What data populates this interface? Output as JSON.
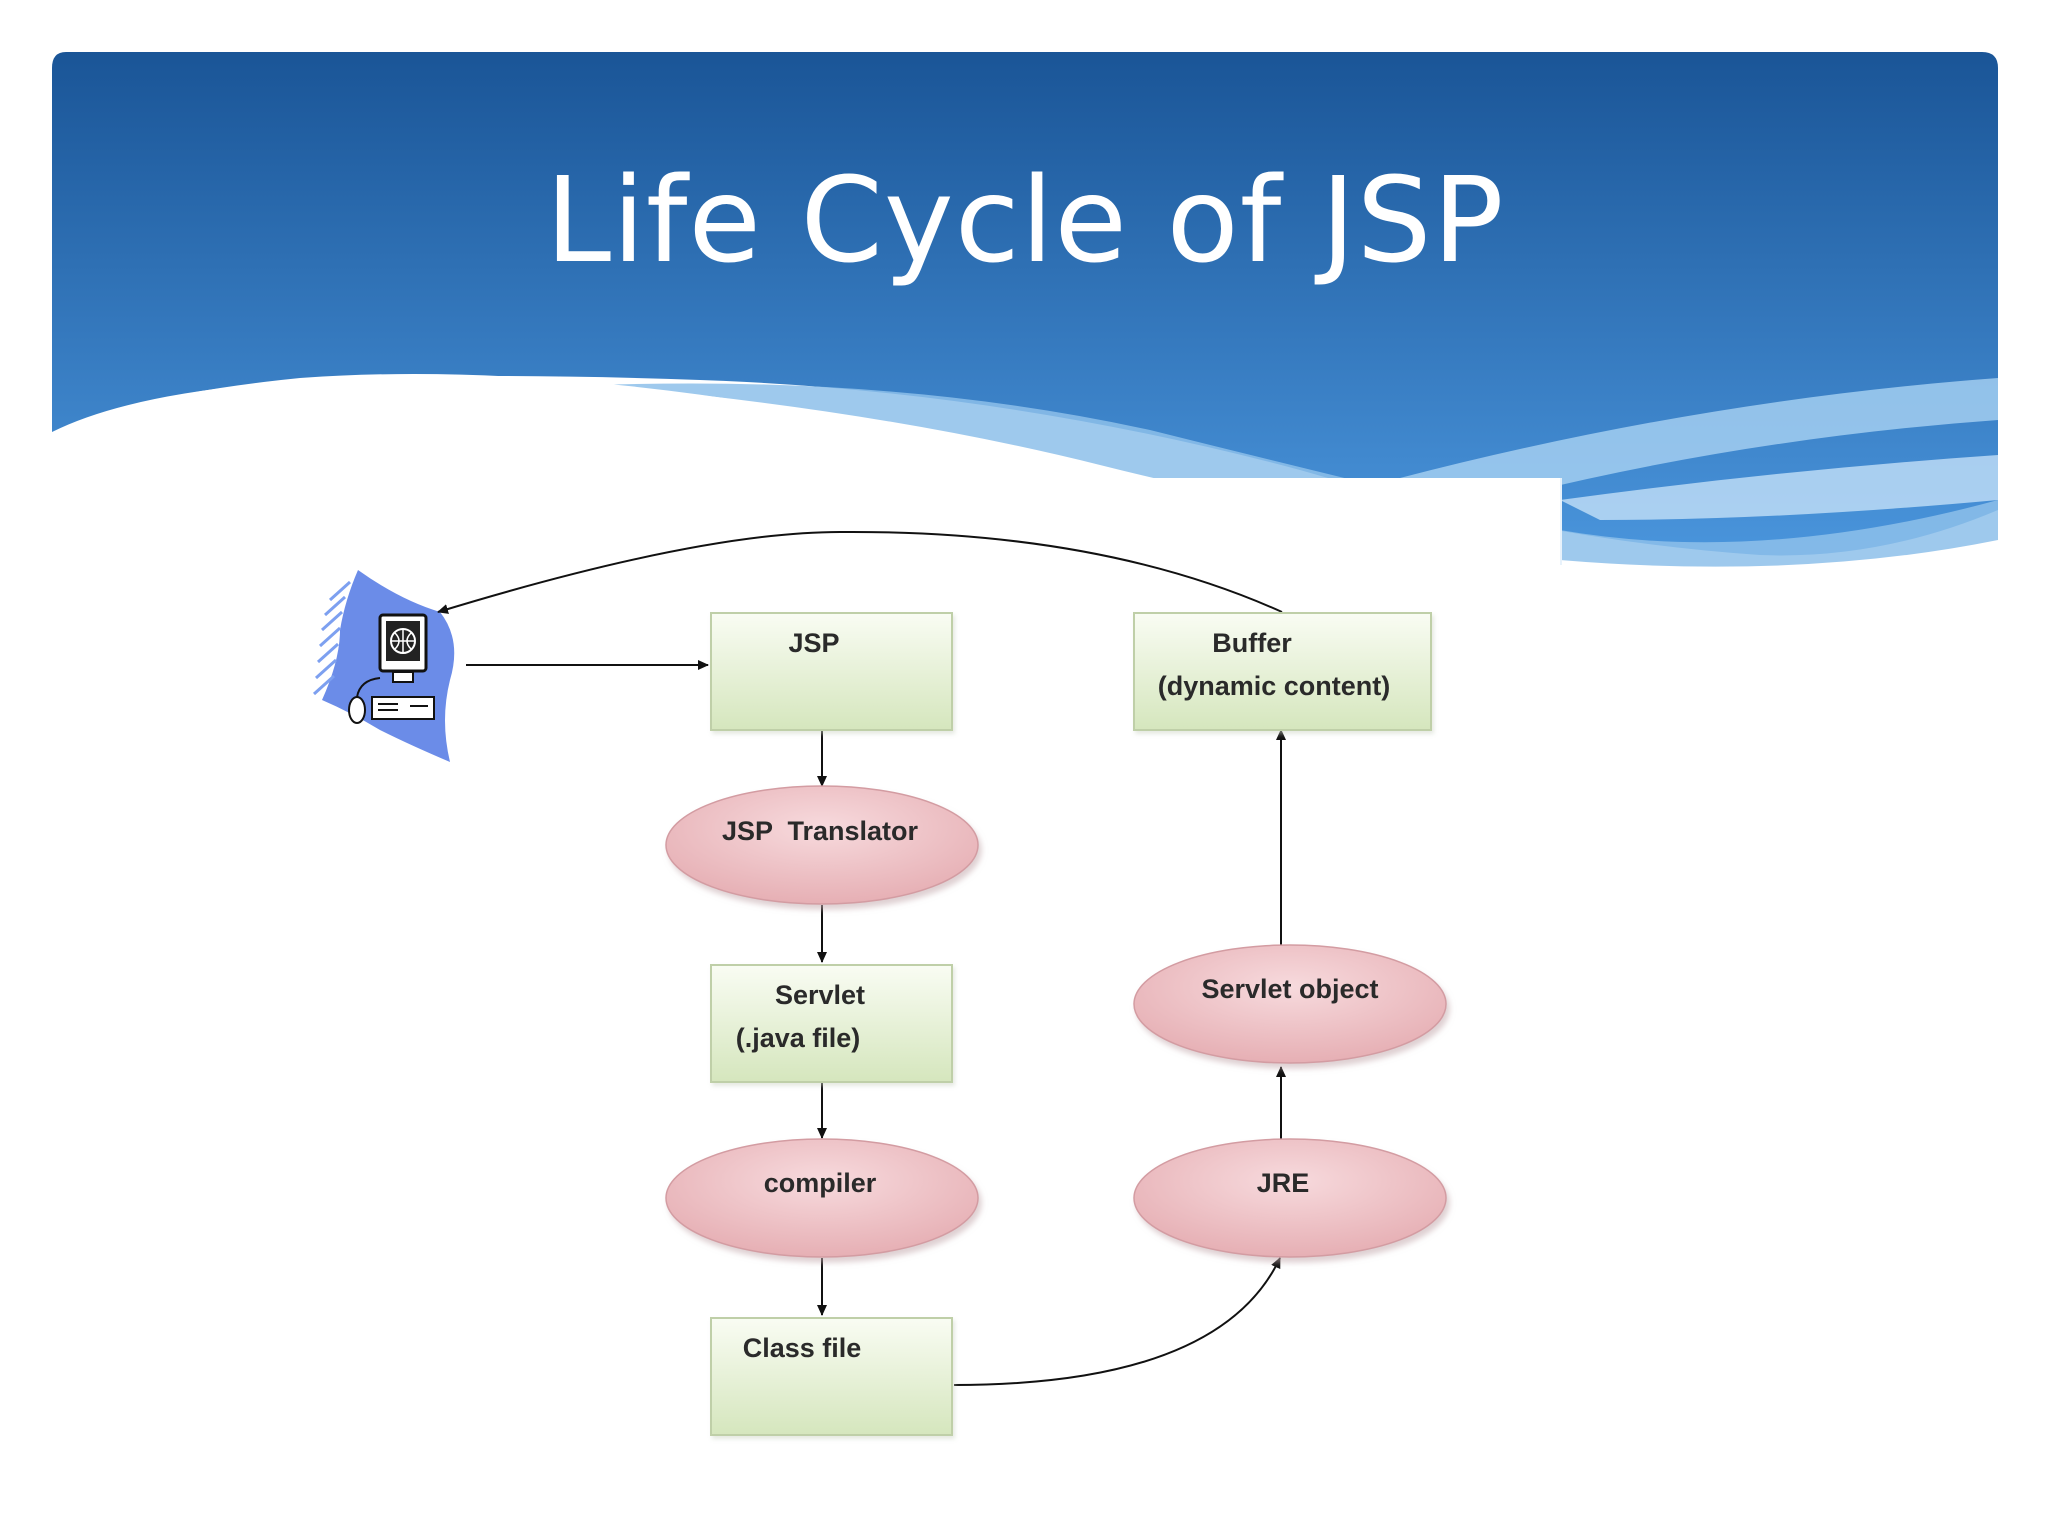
{
  "slide": {
    "title": "Life Cycle of JSP"
  },
  "colors": {
    "header_top": "#1a5597",
    "header_bottom": "#3d8bd6",
    "wave_light": "#9fcdef",
    "box_fill_top": "#f7fbef",
    "box_fill_bottom": "#d7e7c1",
    "box_border": "#bfcfa8",
    "ellipse_fill": "#ebbfc2",
    "ellipse_shadow": "#c98f95",
    "client_icon_color": "#5b7fe6"
  },
  "diagram": {
    "client": {
      "icon": "computer-client-icon"
    },
    "nodes": {
      "jsp": {
        "line1": "JSP"
      },
      "translator": {
        "line1": "JSP  Translator"
      },
      "servlet": {
        "line1": "Servlet",
        "line2": "(.java file)"
      },
      "compiler": {
        "line1": "compiler"
      },
      "classfile": {
        "line1": "Class file"
      },
      "jre": {
        "line1": "JRE"
      },
      "servletobject": {
        "line1": "Servlet object"
      },
      "buffer": {
        "line1": "Buffer",
        "line2": "(dynamic content)"
      }
    }
  }
}
